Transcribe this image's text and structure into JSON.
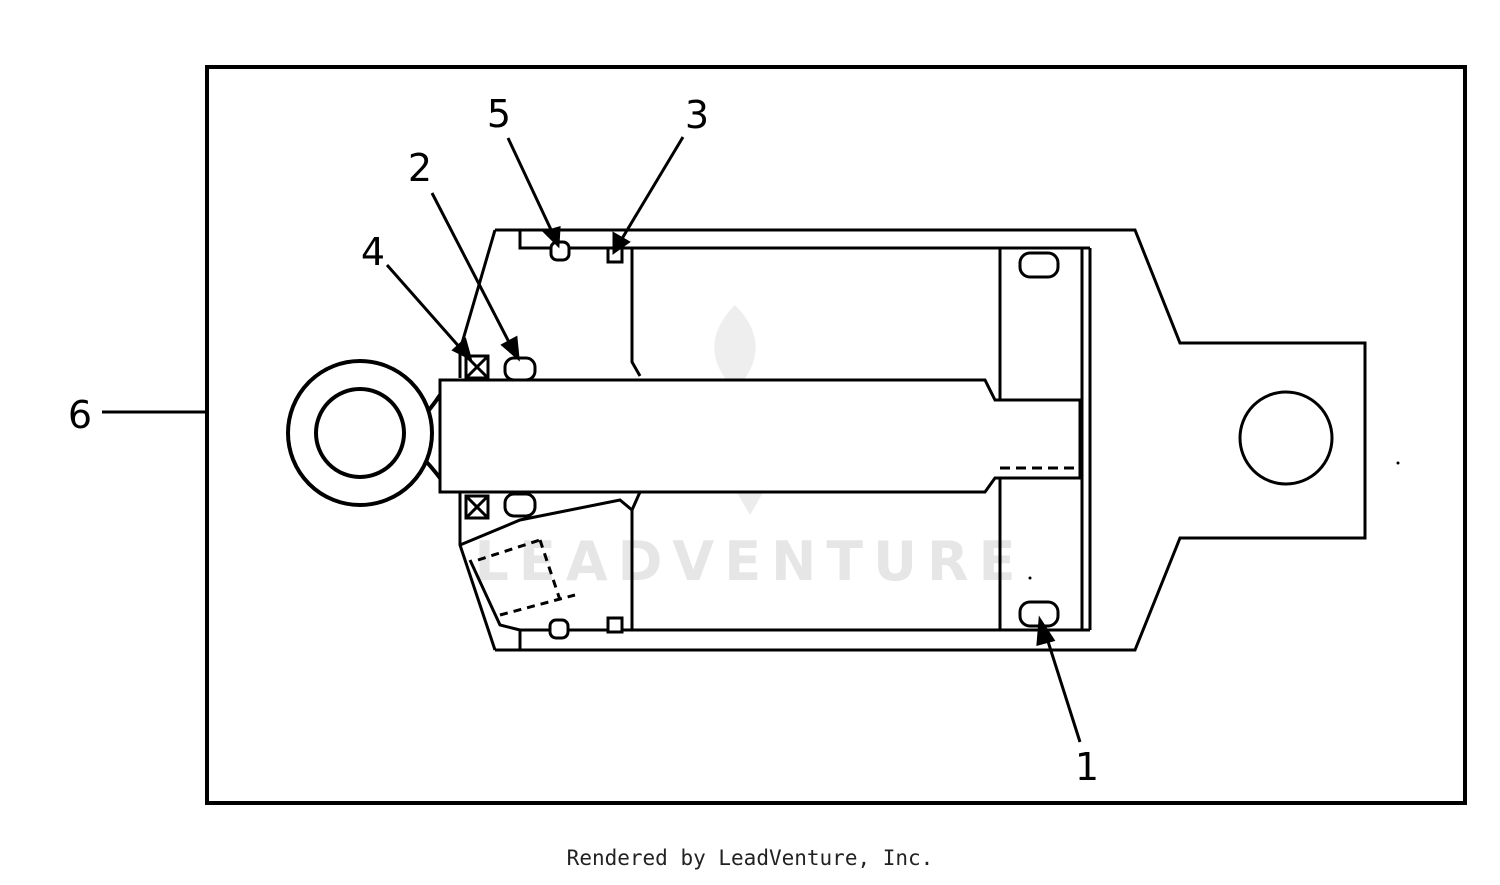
{
  "diagram": {
    "callouts": [
      {
        "id": "1",
        "label": "1"
      },
      {
        "id": "2",
        "label": "2"
      },
      {
        "id": "3",
        "label": "3"
      },
      {
        "id": "4",
        "label": "4"
      },
      {
        "id": "5",
        "label": "5"
      },
      {
        "id": "6",
        "label": "6"
      }
    ],
    "watermark": "LEADVENTURE"
  },
  "footer": {
    "credit": "Rendered by LeadVenture, Inc."
  },
  "colors": {
    "line": "#000000",
    "background": "#ffffff",
    "watermark": "#e6e6e6"
  }
}
